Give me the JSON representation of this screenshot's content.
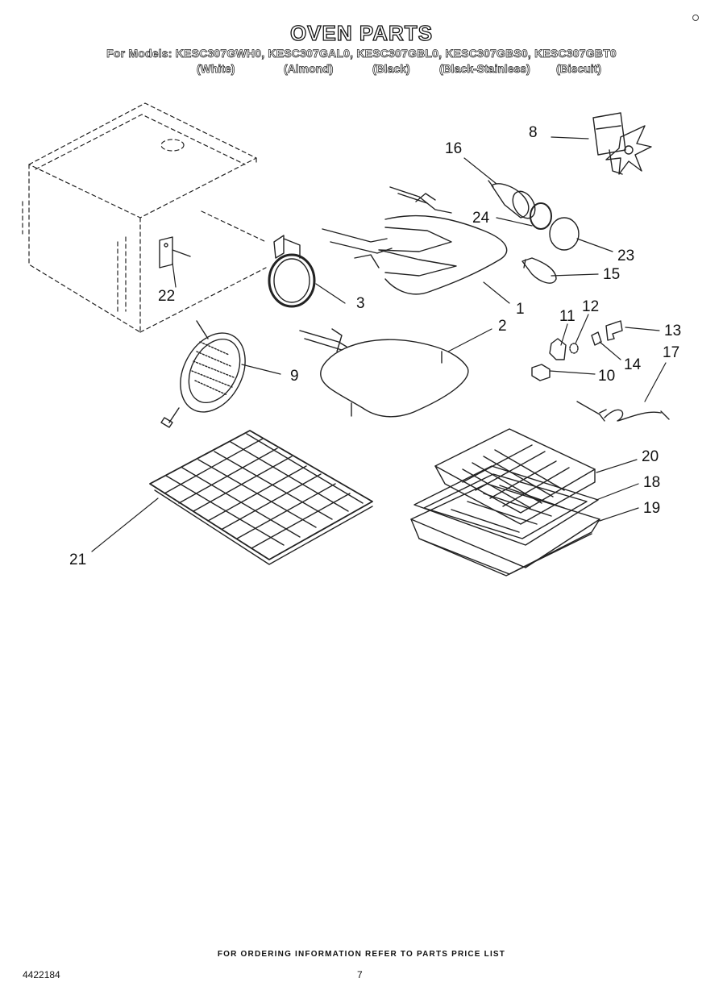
{
  "header": {
    "title": "OVEN PARTS",
    "models_line": "For Models: KESC307GWH0, KESC307GAL0, KESC307GBL0, KESC307GBS0, KESC307GBT0",
    "colors": [
      "(White)",
      "(Almond)",
      "(Black)",
      "(Black-Stainless)",
      "(Biscuit)"
    ]
  },
  "callouts": {
    "c1": "1",
    "c2": "2",
    "c3": "3",
    "c8": "8",
    "c9": "9",
    "c10": "10",
    "c11": "11",
    "c12": "12",
    "c13": "13",
    "c14": "14",
    "c15": "15",
    "c16": "16",
    "c17": "17",
    "c18": "18",
    "c19": "19",
    "c20": "20",
    "c21": "21",
    "c22": "22",
    "c23": "23",
    "c24": "24"
  },
  "footer": {
    "ordering_note": "FOR ORDERING INFORMATION REFER TO PARTS PRICE LIST",
    "document_number": "4422184",
    "page_number": "7"
  }
}
